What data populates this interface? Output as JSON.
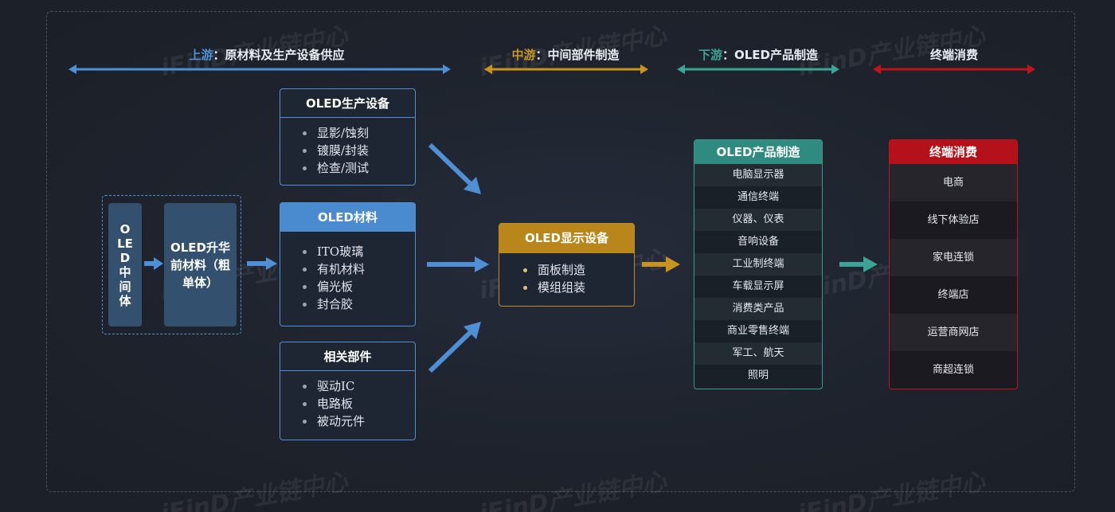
{
  "watermark": "iFinD产业链中心",
  "stages": {
    "upstream": {
      "prefix": "上游",
      "colon": "：",
      "label": "原材料及生产设备供应",
      "color": "#4f8fd6"
    },
    "midstream": {
      "prefix": "中游",
      "colon": "：",
      "label": "中间部件制造",
      "color": "#c8941e"
    },
    "downstream": {
      "prefix": "下游",
      "colon": "：",
      "label": "OLED产品制造",
      "color": "#3aa596"
    },
    "terminal": {
      "prefix": "",
      "colon": "",
      "label": "终端消费",
      "color": "#c0141d"
    }
  },
  "intermediate": {
    "left_label": "OLED中间体",
    "right_label": "OLED升华前材料（粗单体）"
  },
  "equipment": {
    "title": "OLED生产设备",
    "items": [
      "显影/蚀刻",
      "镀膜/封装",
      "检查/测试"
    ]
  },
  "materials": {
    "title": "OLED材料",
    "items": [
      "ITO玻璃",
      "有机材料",
      "偏光板",
      "封合胶"
    ]
  },
  "parts": {
    "title": "相关部件",
    "items": [
      "驱动IC",
      "电路板",
      "被动元件"
    ]
  },
  "display": {
    "title": "OLED显示设备",
    "items": [
      "面板制造",
      "模组组装"
    ]
  },
  "products": {
    "title": "OLED产品制造",
    "items": [
      "电脑显示器",
      "通信终端",
      "仪器、仪表",
      "音响设备",
      "工业制终端",
      "车载显示屏",
      "消费类产品",
      "商业零售终端",
      "军工、航天",
      "照明"
    ]
  },
  "consumption": {
    "title": "终端消费",
    "items": [
      "电商",
      "线下体验店",
      "家电连锁",
      "终端店",
      "运营商网店",
      "商超连锁"
    ]
  }
}
